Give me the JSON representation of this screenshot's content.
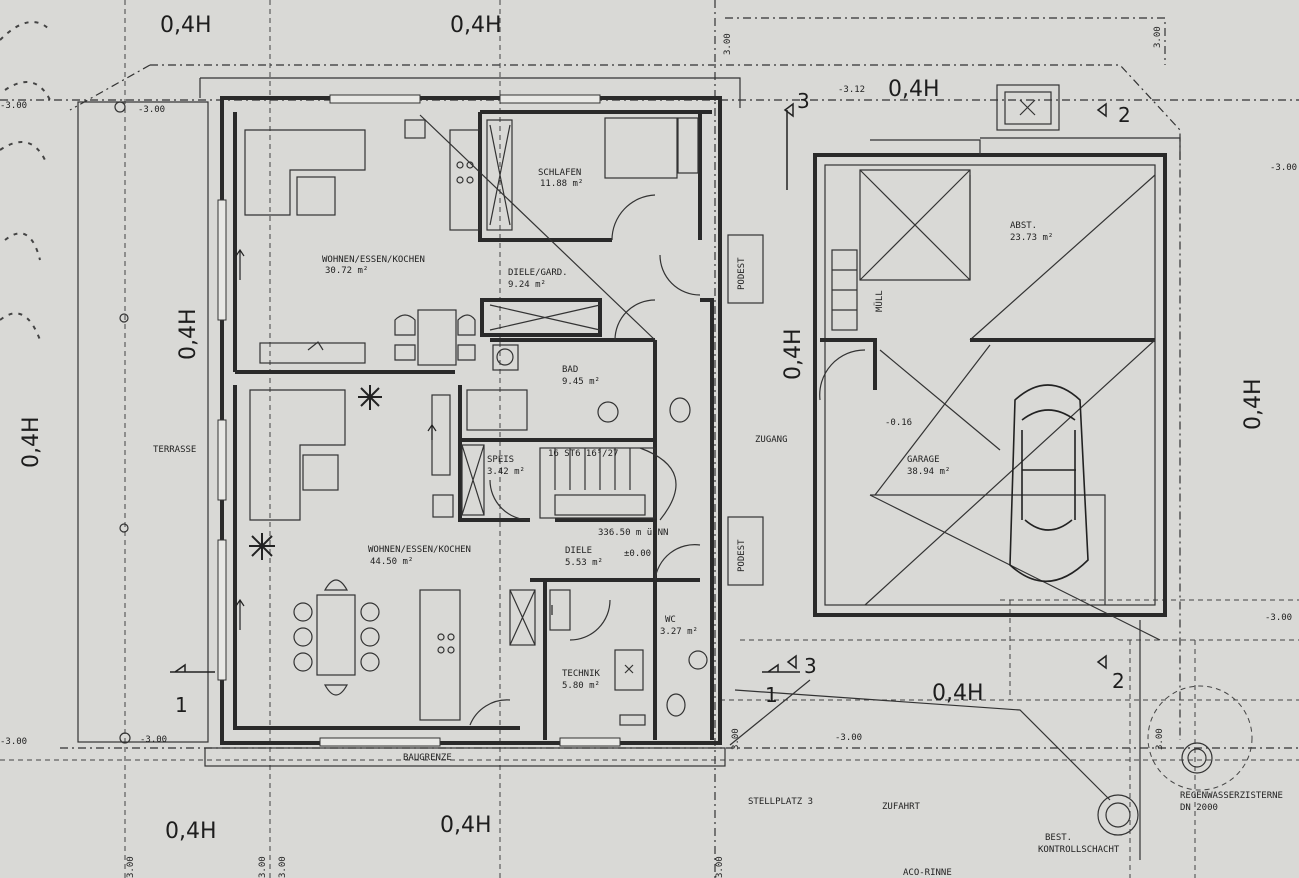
{
  "rooms": {
    "schlafen": {
      "name": "SCHLAFEN",
      "area": "11.88 m²"
    },
    "wohnen_oben": {
      "name": "WOHNEN/ESSEN/KOCHEN",
      "area": "30.72 m²"
    },
    "diele_gard": {
      "name": "DIELE/GARD.",
      "area": "9.24 m²"
    },
    "bad": {
      "name": "BAD",
      "area": "9.45 m²"
    },
    "speis": {
      "name": "SPEIS",
      "area": "3.42 m²"
    },
    "wohnen_unten": {
      "name": "WOHNEN/ESSEN/KOCHEN",
      "area": "44.50 m²"
    },
    "diele": {
      "name": "DIELE",
      "area": "5.53 m²"
    },
    "technik": {
      "name": "TECHNIK",
      "area": "5.80 m²"
    },
    "wc": {
      "name": "WC",
      "area": "3.27 m²"
    },
    "abst": {
      "name": "ABST.",
      "area": "23.73 m²"
    },
    "garage": {
      "name": "GARAGE",
      "area": "38.94 m²"
    }
  },
  "labels": {
    "terrasse": "TERRASSE",
    "zugang": "ZUGANG",
    "podest": "PODEST",
    "muell": "MÜLL",
    "baugrenze": "BAUGRENZE",
    "stellplatz": "STELLPLATZ 3",
    "zufahrt": "ZUFAHRT",
    "acorinne": "ACO-RINNE",
    "kontrollschacht_1": "BEST.",
    "kontrollschacht_2": "KONTROLLSCHACHT",
    "zisterne_1": "REGENWASSERZISTERNE",
    "zisterne_2": "DN 2000",
    "stairs": "16 ST6 16⁵/27",
    "level_garage": "-0.16",
    "level_zero": "±0.00",
    "reference": "336.50 m ü.NN"
  },
  "distances": {
    "d04": "0,4H",
    "level_300": "-3.00",
    "level_312": "-3.12",
    "level_300b": "3.00"
  },
  "sections": {
    "one": "1",
    "two": "2",
    "three": "3"
  }
}
